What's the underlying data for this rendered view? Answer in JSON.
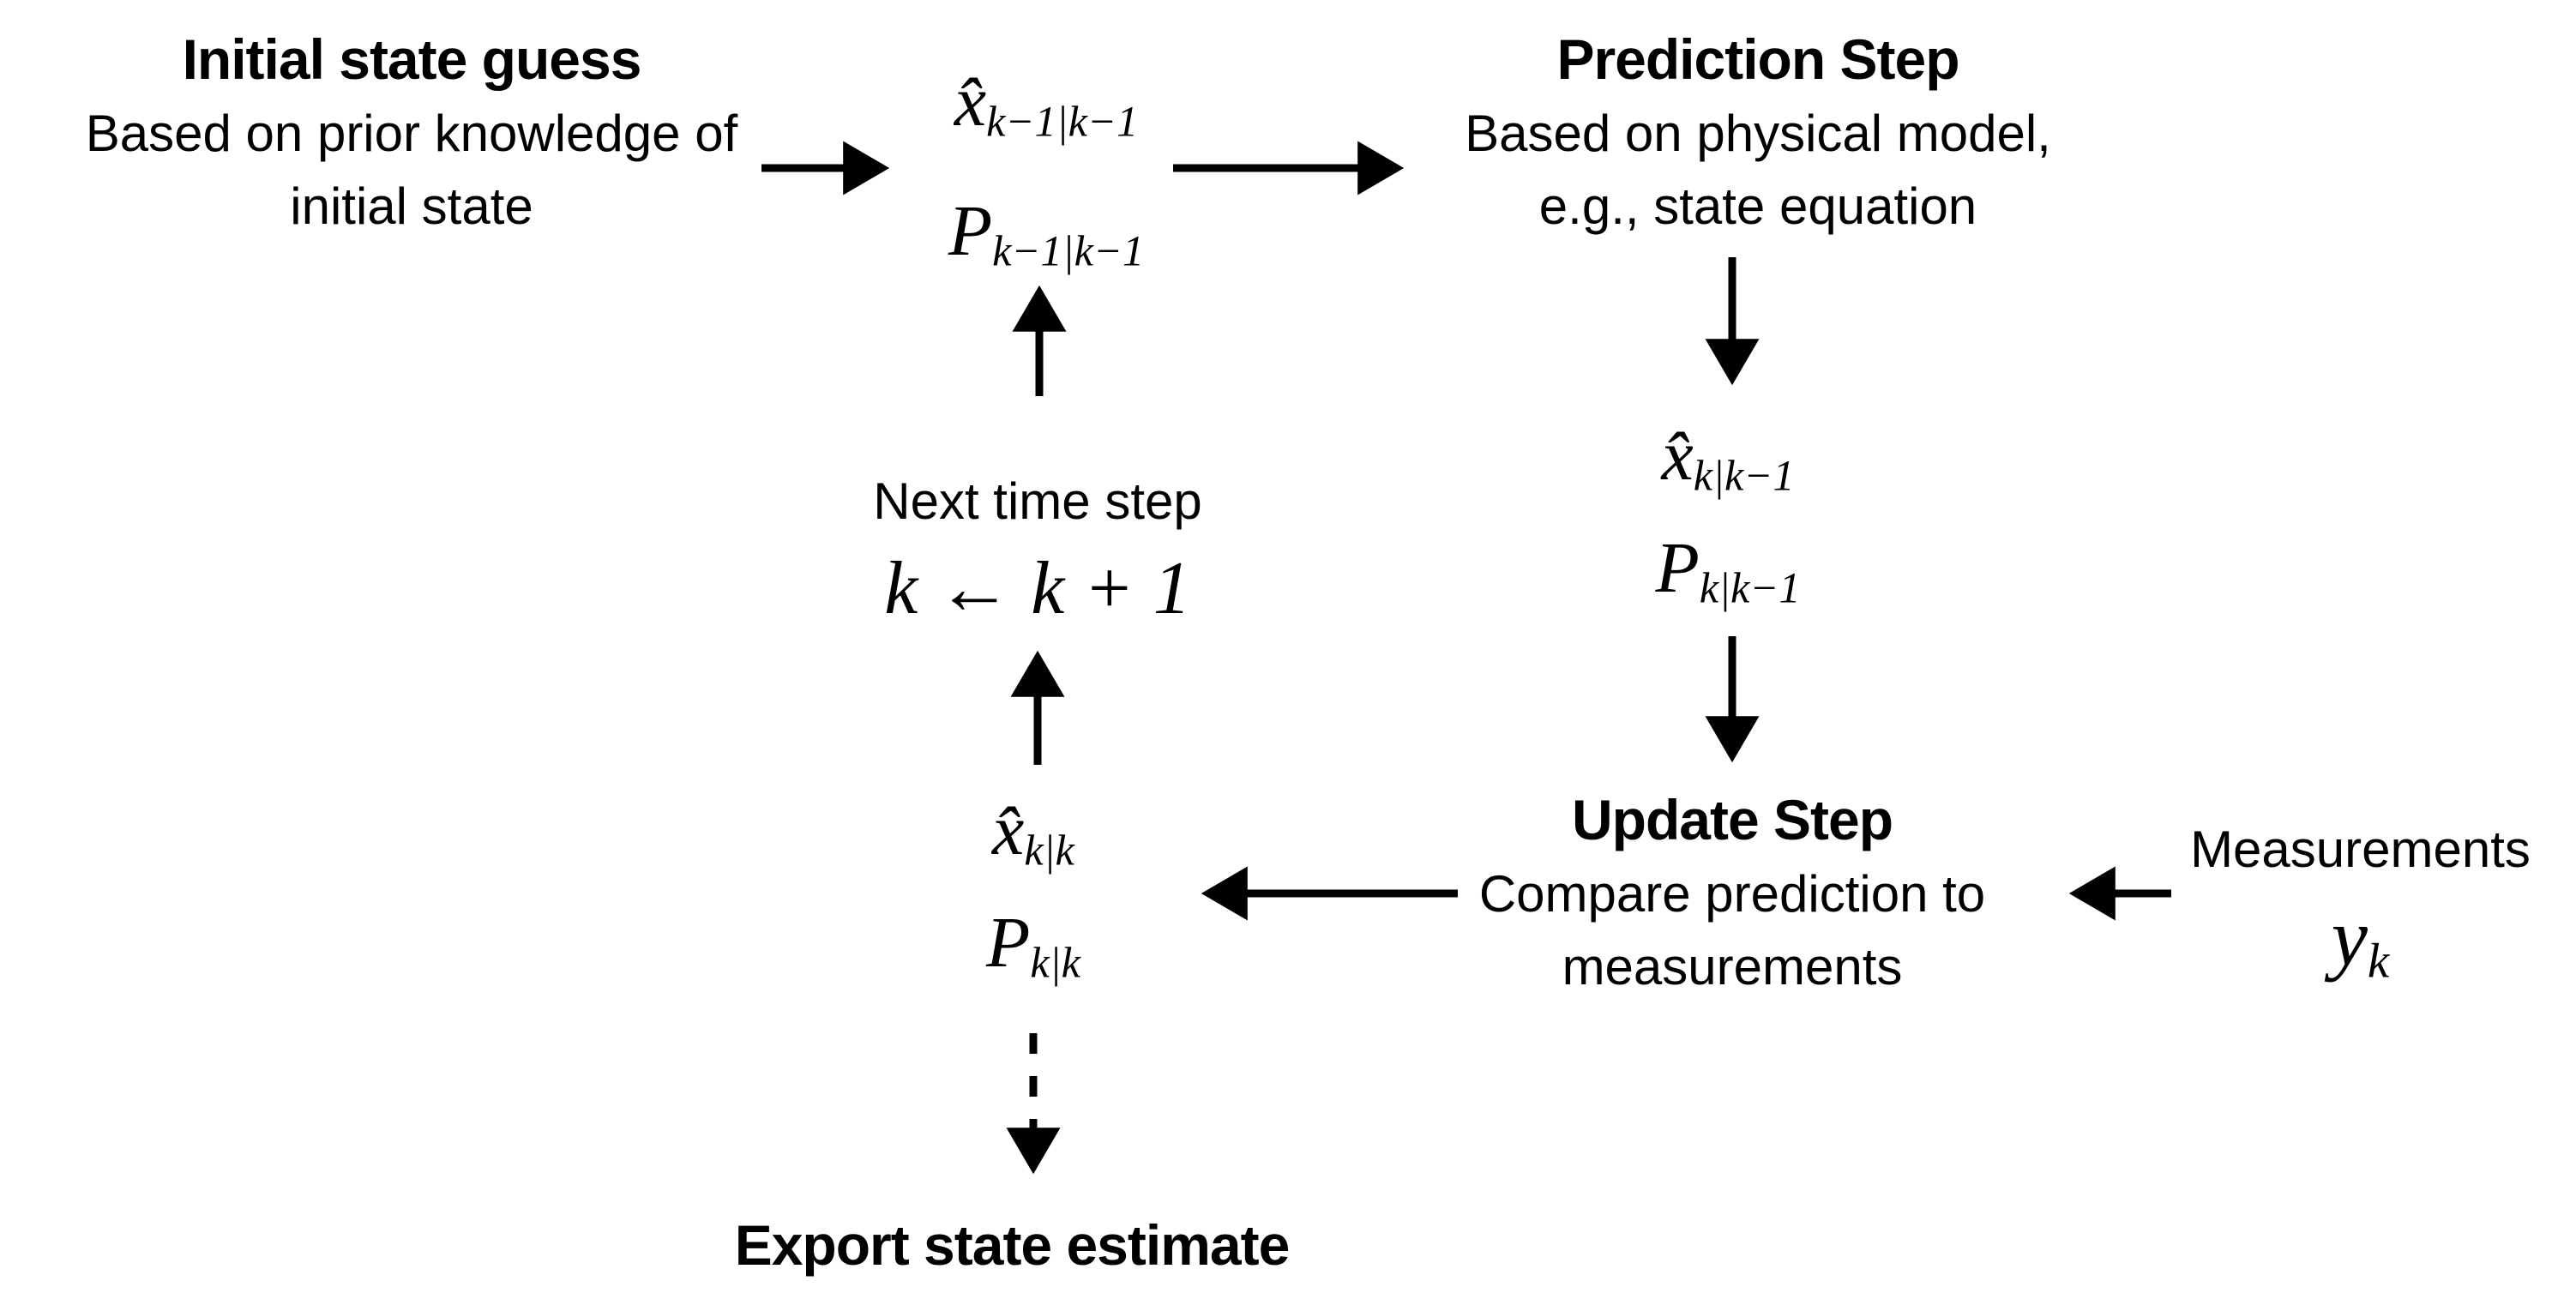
{
  "initial_block": {
    "title": "Initial state guess",
    "line1": "Based on prior knowledge of",
    "line2": "initial state"
  },
  "state_prev": {
    "x_base": "x̂",
    "x_sub": "k−1|k−1",
    "p_base": "P",
    "p_sub": "k−1|k−1"
  },
  "prediction_block": {
    "title": "Prediction Step",
    "line1": "Based on physical model,",
    "line2": "e.g., state equation"
  },
  "state_pred": {
    "x_base": "x̂",
    "x_sub": "k|k−1",
    "p_base": "P",
    "p_sub": "k|k−1"
  },
  "update_block": {
    "title": "Update Step",
    "line1": "Compare prediction to",
    "line2": "measurements"
  },
  "measurements_block": {
    "label": "Measurements",
    "y_base": "y",
    "y_sub": "k"
  },
  "next_step_block": {
    "label": "Next time step",
    "formula": "k ← k + 1"
  },
  "state_post": {
    "x_base": "x̂",
    "x_sub": "k|k",
    "p_base": "P",
    "p_sub": "k|k"
  },
  "export_block": {
    "label": "Export state estimate"
  },
  "colors": {
    "ink": "#000000",
    "background": "#ffffff"
  }
}
